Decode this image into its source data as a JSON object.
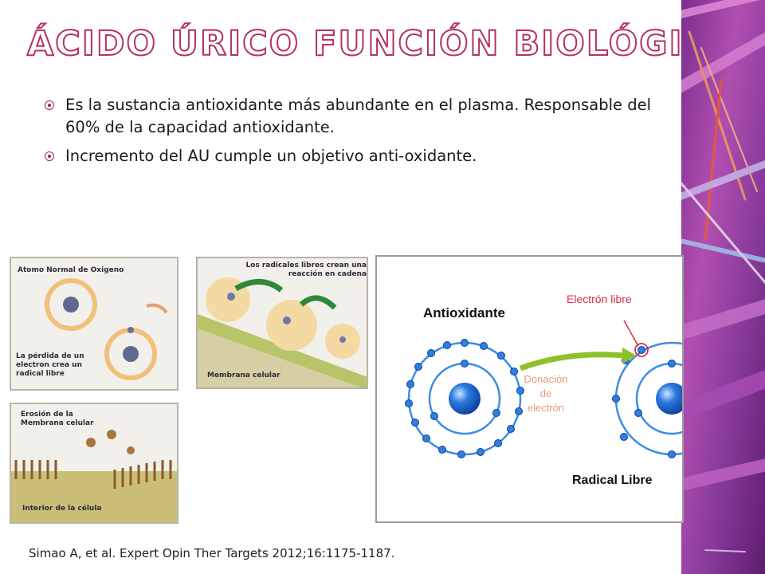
{
  "slide": {
    "title": "ÁCIDO ÚRICO FUNCIÓN BIOLÓGICA",
    "bullets": [
      {
        "text": "Es la sustancia antioxidante más abundante en el plasma. Responsable del 60% de la capacidad antioxidante."
      },
      {
        "text": "Incremento del AU cumple un objetivo anti-oxidante."
      }
    ],
    "citation": "Simao A, et al. Expert Opin Ther Targets 2012;16:1175-1187."
  },
  "figure_left": {
    "panel1": {
      "label_top": "Atomo Normal de Oxigeno",
      "label_bottom": "La pérdida de un electron crea un radical libre"
    },
    "panel2": {
      "label_top": "Los radicales libres crean una reacción en cadena",
      "label_bottom": "Membrana celular"
    },
    "panel3": {
      "label_top": "Erosión de la Membrana celular",
      "label_bottom": "Interior de la célula"
    }
  },
  "figure_right": {
    "antioxidant_label": "Antioxidante",
    "free_electron_label": "Electrón libre",
    "donation_line1": "Donación",
    "donation_line2": "de",
    "donation_line3": "electrón",
    "radical_label": "Radical Libre"
  },
  "colors": {
    "title_stroke": "#b5325b",
    "bullet": "#9a2a4c",
    "arrow": "#8fbf2a",
    "electron": "#1f6fd1",
    "free_electron_ring": "#d8304a"
  }
}
